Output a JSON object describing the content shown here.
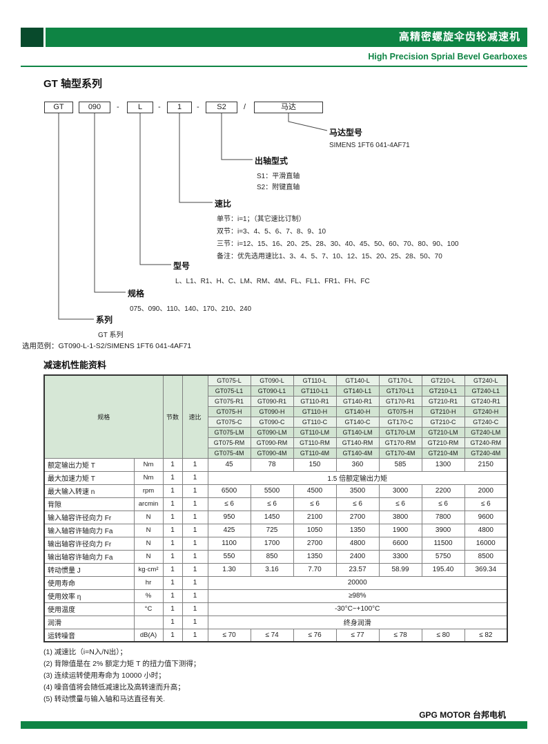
{
  "colors": {
    "accent": "#0e8444",
    "accent_dark": "#084a2c",
    "table_header_bg": "#d6e7d6",
    "row_alt_a": "#e8f1e8",
    "row_alt_b": "#d2e4d2"
  },
  "header": {
    "title_cn": "高精密螺旋伞齿轮减速机",
    "title_en": "High Precision Sprial Bevel Gearboxes"
  },
  "page_title": "GT 轴型系列",
  "diagram": {
    "code": {
      "series": "GT",
      "size": "090",
      "sep1": "-",
      "model": "L",
      "sep2": "-",
      "ratio": "1",
      "sep3": "-",
      "shaft": "S2",
      "sep4": "/",
      "motor": "马达"
    },
    "motor_label": {
      "title": "马达型号",
      "desc": "SIMENS 1FT6 041-4AF71"
    },
    "shaft_label": {
      "title": "出轴型式",
      "lines": [
        "S1：平滑直轴",
        "S2：附键直轴"
      ]
    },
    "ratio_label": {
      "title": "速比",
      "lines": [
        "单节：i=1；（其它速比订制）",
        "双节：i=3、4、5、6、7、8、9、10",
        "三节：i=12、15、16、20、25、28、30、40、45、50、60、70、80、90、100",
        "备注：优先选用速比1、3、4、5、7、10、12、15、20、25、28、50、70"
      ]
    },
    "model_label": {
      "title": "型号",
      "desc": "L、L1、R1、H、C、LM、RM、4M、FL、FL1、FR1、FH、FC"
    },
    "size_label": {
      "title": "规格",
      "desc": "075、090、110、140、170、210、240"
    },
    "series_label": {
      "title": "系列",
      "desc": "GT 系列"
    }
  },
  "example": "选用范例：GT090-L-1-S2/SIMENS 1FT6 041-4AF71",
  "section_title": "减速机性能资料",
  "table": {
    "headers": {
      "spec": "规格",
      "sections": "节数",
      "ratio": "速比"
    },
    "model_rows": [
      [
        "GT075-L",
        "GT090-L",
        "GT110-L",
        "GT140-L",
        "GT170-L",
        "GT210-L",
        "GT240-L"
      ],
      [
        "GT075-L1",
        "GT090-L1",
        "GT110-L1",
        "GT140-L1",
        "GT170-L1",
        "GT210-L1",
        "GT240-L1"
      ],
      [
        "GT075-R1",
        "GT090-R1",
        "GT110-R1",
        "GT140-R1",
        "GT170-R1",
        "GT210-R1",
        "GT240-R1"
      ],
      [
        "GT075-H",
        "GT090-H",
        "GT110-H",
        "GT140-H",
        "GT075-H",
        "GT210-H",
        "GT240-H"
      ],
      [
        "GT075-C",
        "GT090-C",
        "GT110-C",
        "GT140-C",
        "GT170-C",
        "GT210-C",
        "GT240-C"
      ],
      [
        "GT075-LM",
        "GT090-LM",
        "GT110-LM",
        "GT140-LM",
        "GT170-LM",
        "GT210-LM",
        "GT240-LM"
      ],
      [
        "GT075-RM",
        "GT090-RM",
        "GT110-RM",
        "GT140-RM",
        "GT170-RM",
        "GT210-RM",
        "GT240-RM"
      ],
      [
        "GT075-4M",
        "GT090-4M",
        "GT110-4M",
        "GT140-4M",
        "GT170-4M",
        "GT210-4M",
        "GT240-4M"
      ]
    ],
    "rows": [
      {
        "label": "额定输出力矩 T",
        "unit": "Nm",
        "sections": "1",
        "ratio": "1",
        "values": [
          "45",
          "78",
          "150",
          "360",
          "585",
          "1300",
          "2150"
        ]
      },
      {
        "label": "最大加速力矩 T",
        "unit": "Nm",
        "sections": "1",
        "ratio": "1",
        "merged": "1.5 倍额定输出力矩"
      },
      {
        "label": "最大输入转速 n",
        "unit": "rpm",
        "sections": "1",
        "ratio": "1",
        "values": [
          "6500",
          "5500",
          "4500",
          "3500",
          "3000",
          "2200",
          "2000"
        ]
      },
      {
        "label": "背隙",
        "unit": "arcmin",
        "sections": "1",
        "ratio": "1",
        "values": [
          "≤ 6",
          "≤ 6",
          "≤ 6",
          "≤ 6",
          "≤ 6",
          "≤ 6",
          "≤ 6"
        ]
      },
      {
        "label": "输入轴容许径向力 Fr",
        "unit": "N",
        "sections": "1",
        "ratio": "1",
        "values": [
          "950",
          "1450",
          "2100",
          "2700",
          "3800",
          "7800",
          "9600"
        ]
      },
      {
        "label": "输入轴容许轴向力 Fa",
        "unit": "N",
        "sections": "1",
        "ratio": "1",
        "values": [
          "425",
          "725",
          "1050",
          "1350",
          "1900",
          "3900",
          "4800"
        ]
      },
      {
        "label": "输出轴容许径向力 Fr",
        "unit": "N",
        "sections": "1",
        "ratio": "1",
        "values": [
          "1100",
          "1700",
          "2700",
          "4800",
          "6600",
          "11500",
          "16000"
        ]
      },
      {
        "label": "输出轴容许轴向力 Fa",
        "unit": "N",
        "sections": "1",
        "ratio": "1",
        "values": [
          "550",
          "850",
          "1350",
          "2400",
          "3300",
          "5750",
          "8500"
        ]
      },
      {
        "label": "转动惯量 J",
        "unit": "kg·cm²",
        "sections": "1",
        "ratio": "1",
        "values": [
          "1.30",
          "3.16",
          "7.70",
          "23.57",
          "58.99",
          "195.40",
          "369.34"
        ]
      },
      {
        "label": "使用寿命",
        "unit": "hr",
        "sections": "1",
        "ratio": "1",
        "merged": "20000"
      },
      {
        "label": "使用效率 η",
        "unit": "%",
        "sections": "1",
        "ratio": "1",
        "merged": "≥98%"
      },
      {
        "label": "使用温度",
        "unit": "°C",
        "sections": "1",
        "ratio": "1",
        "merged": "-30°C~+100°C"
      },
      {
        "label": "润滑",
        "unit": "",
        "sections": "1",
        "ratio": "1",
        "merged": "终身润滑"
      },
      {
        "label": "运转噪音",
        "unit": "dB(A)",
        "sections": "1",
        "ratio": "1",
        "values": [
          "≤ 70",
          "≤ 74",
          "≤ 76",
          "≤ 77",
          "≤ 78",
          "≤ 80",
          "≤ 82"
        ]
      }
    ]
  },
  "notes": [
    "(1) 减速比（i=N入/N出）；",
    "(2) 背隙值是在 2% 额定力矩 T 的扭力值下测得；",
    "(3) 连续运转使用寿命为 10000 小时；",
    "(4) 噪音值将会随低减速比及高转速而升高；",
    "(5) 转动惯量与输入轴和马达直径有关."
  ],
  "footer": {
    "brand": "GPG MOTOR 台邦电机"
  }
}
